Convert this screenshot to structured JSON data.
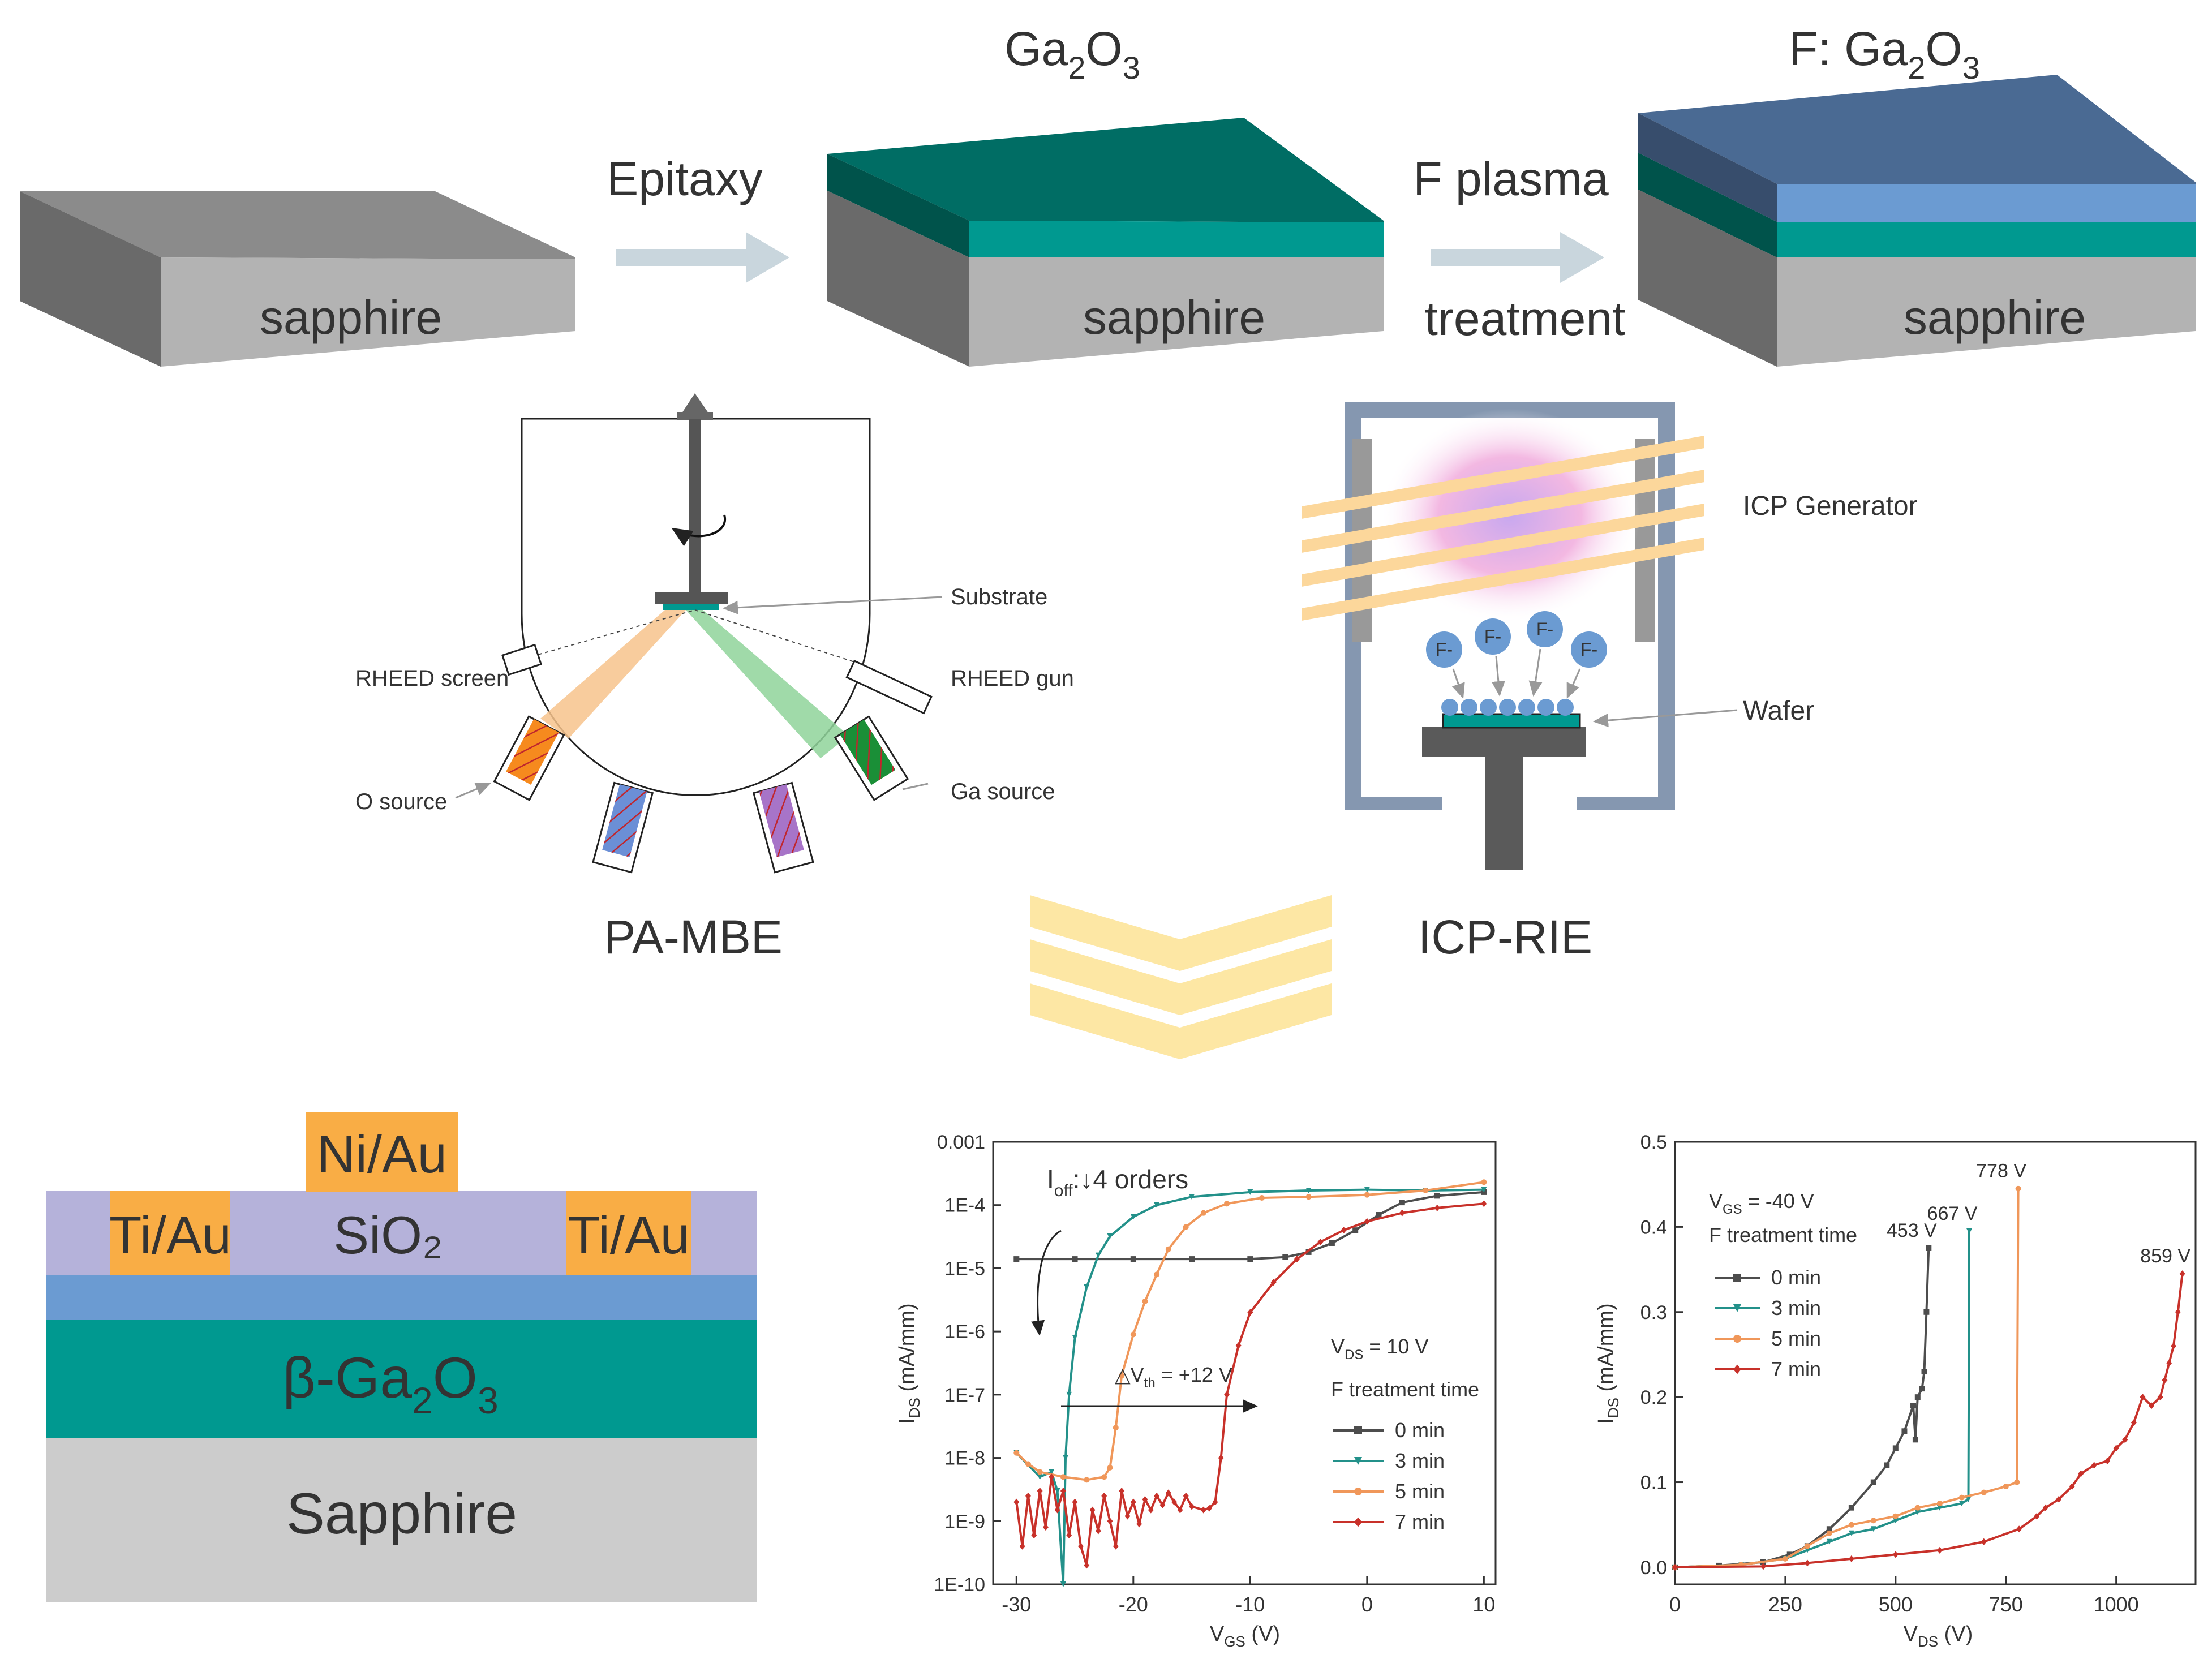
{
  "top": {
    "substrate_label": "sapphire",
    "step1_arrow": "Epitaxy",
    "step2_arrow_line1": "F plasma",
    "step2_arrow_line2": "treatment",
    "ga2o3_title": "Ga2O3",
    "f_ga2o3_title": "F: Ga2O3"
  },
  "mbe": {
    "title": "PA-MBE",
    "substrate": "Substrate",
    "rheed_screen": "RHEED screen",
    "rheed_gun": "RHEED gun",
    "o_source": "O source",
    "ga_source": "Ga source"
  },
  "icp": {
    "title": "ICP-RIE",
    "generator": "ICP Generator",
    "wafer": "Wafer",
    "ion": "F-"
  },
  "device": {
    "gate": "Ni/Au",
    "source": "Ti/Au",
    "drain": "Ti/Au",
    "dielectric": "SiO₂",
    "channel": "β-Ga2O3",
    "substrate": "Sapphire"
  },
  "colors": {
    "sapphire": "#b3b3b3",
    "ga2o3": "#009990",
    "f_layer": "#6b9bd2",
    "f_top": "#4a6a93",
    "metal": "#f9ad45",
    "sio2": "#b5b2da",
    "curve_0min": "#4d4d4d",
    "curve_3min": "#23918a",
    "curve_5min": "#f0975a",
    "curve_7min": "#c8312a"
  },
  "chart_data": [
    {
      "type": "line",
      "xlabel": "VGS (V)",
      "ylabel": "IDS (mA/mm)",
      "yscale": "log",
      "xlim": [
        -32,
        11
      ],
      "ylim": [
        1e-10,
        0.001
      ],
      "x_ticks": [
        "-30",
        "-20",
        "-10",
        "0",
        "10"
      ],
      "y_ticks": [
        "1E-10",
        "1E-9",
        "1E-8",
        "1E-7",
        "1E-6",
        "1E-5",
        "1E-4",
        "0.001"
      ],
      "annotation_ioff": "Ioff:↓4 orders",
      "annotation_vth": "△Vth = +12 V",
      "vds_label": "VDS = 10 V",
      "legend_title": "F treatment time",
      "series": [
        {
          "name": "0 min",
          "points": [
            [
              -30,
              1.4e-05
            ],
            [
              -25,
              1.4e-05
            ],
            [
              -20,
              1.4e-05
            ],
            [
              -15,
              1.4e-05
            ],
            [
              -10,
              1.4e-05
            ],
            [
              -7,
              1.5e-05
            ],
            [
              -5,
              1.8e-05
            ],
            [
              -3,
              2.5e-05
            ],
            [
              -1,
              4e-05
            ],
            [
              1,
              7e-05
            ],
            [
              3,
              0.00011
            ],
            [
              6,
              0.00014
            ],
            [
              10,
              0.00016
            ]
          ]
        },
        {
          "name": "3 min",
          "points": [
            [
              -30,
              1.2e-08
            ],
            [
              -28,
              5e-09
            ],
            [
              -27,
              6e-09
            ],
            [
              -26.5,
              3e-09
            ],
            [
              -26,
              1e-10
            ],
            [
              -25.8,
              1e-08
            ],
            [
              -25.5,
              1e-07
            ],
            [
              -25,
              8e-07
            ],
            [
              -24,
              5e-06
            ],
            [
              -23,
              1.6e-05
            ],
            [
              -22,
              3.2e-05
            ],
            [
              -20,
              6.5e-05
            ],
            [
              -18,
              0.0001
            ],
            [
              -15,
              0.000135
            ],
            [
              -10,
              0.00016
            ],
            [
              -5,
              0.00017
            ],
            [
              0,
              0.000175
            ],
            [
              5,
              0.00017
            ],
            [
              10,
              0.000175
            ]
          ]
        },
        {
          "name": "5 min",
          "points": [
            [
              -30,
              1.2e-08
            ],
            [
              -29,
              8e-09
            ],
            [
              -28,
              6e-09
            ],
            [
              -26,
              5e-09
            ],
            [
              -24,
              4.5e-09
            ],
            [
              -22.5,
              5e-09
            ],
            [
              -22,
              7e-09
            ],
            [
              -21.5,
              3e-08
            ],
            [
              -21,
              2e-07
            ],
            [
              -20,
              9e-07
            ],
            [
              -19,
              3e-06
            ],
            [
              -18,
              8e-06
            ],
            [
              -17,
              2e-05
            ],
            [
              -15.5,
              4.5e-05
            ],
            [
              -14,
              7.5e-05
            ],
            [
              -12,
              0.000105
            ],
            [
              -9,
              0.00013
            ],
            [
              -5,
              0.000135
            ],
            [
              0,
              0.000145
            ],
            [
              5,
              0.00017
            ],
            [
              10,
              0.00023
            ]
          ]
        },
        {
          "name": "7 min",
          "points": [
            [
              -30,
              2e-09
            ],
            [
              -29.5,
              4e-10
            ],
            [
              -29,
              2.5e-09
            ],
            [
              -28.5,
              6e-10
            ],
            [
              -28,
              3e-09
            ],
            [
              -27.5,
              8e-10
            ],
            [
              -27,
              5e-09
            ],
            [
              -26.5,
              1.5e-09
            ],
            [
              -26,
              3e-09
            ],
            [
              -25.5,
              6e-10
            ],
            [
              -25,
              2e-09
            ],
            [
              -24.5,
              4e-10
            ],
            [
              -24,
              2e-10
            ],
            [
              -23.5,
              1.5e-09
            ],
            [
              -23,
              7e-10
            ],
            [
              -22.5,
              2.5e-09
            ],
            [
              -22,
              1e-09
            ],
            [
              -21.5,
              4e-10
            ],
            [
              -21,
              3e-09
            ],
            [
              -20.5,
              1.2e-09
            ],
            [
              -20,
              2e-09
            ],
            [
              -19.5,
              9e-10
            ],
            [
              -19,
              2.2e-09
            ],
            [
              -18.5,
              1.5e-09
            ],
            [
              -18,
              2.5e-09
            ],
            [
              -17.5,
              1.8e-09
            ],
            [
              -17,
              2.8e-09
            ],
            [
              -16.5,
              2e-09
            ],
            [
              -16,
              1.5e-09
            ],
            [
              -15.5,
              2.5e-09
            ],
            [
              -15,
              1.7e-09
            ],
            [
              -14,
              1.5e-09
            ],
            [
              -13.5,
              1.6e-09
            ],
            [
              -13,
              2e-09
            ],
            [
              -12.5,
              1e-08
            ],
            [
              -12,
              1e-07
            ],
            [
              -11,
              6e-07
            ],
            [
              -10,
              2e-06
            ],
            [
              -8,
              6e-06
            ],
            [
              -6,
              1.4e-05
            ],
            [
              -4,
              2.6e-05
            ],
            [
              -2,
              4e-05
            ],
            [
              0,
              5.5e-05
            ],
            [
              3,
              7.5e-05
            ],
            [
              6,
              9e-05
            ],
            [
              10,
              0.000105
            ]
          ]
        }
      ]
    },
    {
      "type": "line",
      "xlabel": "VDS (V)",
      "ylabel": "IDS (mA/mm)",
      "xlim": [
        0,
        1180
      ],
      "ylim": [
        -0.02,
        0.5
      ],
      "x_ticks": [
        "0",
        "250",
        "500",
        "750",
        "1000"
      ],
      "y_ticks": [
        "0.0",
        "0.1",
        "0.2",
        "0.3",
        "0.4",
        "0.5"
      ],
      "vgs_label": "VGS = -40 V",
      "legend_title": "F treatment time",
      "breakdown_labels": [
        {
          "series": "0 min",
          "text": "453 V",
          "x": 575,
          "y": 0.375
        },
        {
          "series": "3 min",
          "text": "667 V",
          "x": 667,
          "y": 0.395
        },
        {
          "series": "5 min",
          "text": "778 V",
          "x": 778,
          "y": 0.445
        },
        {
          "series": "7 min",
          "text": "859 V",
          "x": 1150,
          "y": 0.345
        }
      ],
      "series": [
        {
          "name": "0 min",
          "points": [
            [
              0,
              0
            ],
            [
              100,
              0.002
            ],
            [
              200,
              0.006
            ],
            [
              260,
              0.015
            ],
            [
              300,
              0.025
            ],
            [
              350,
              0.045
            ],
            [
              400,
              0.07
            ],
            [
              450,
              0.1
            ],
            [
              480,
              0.12
            ],
            [
              500,
              0.14
            ],
            [
              520,
              0.16
            ],
            [
              540,
              0.19
            ],
            [
              545,
              0.15
            ],
            [
              550,
              0.2
            ],
            [
              560,
              0.21
            ],
            [
              565,
              0.23
            ],
            [
              570,
              0.3
            ],
            [
              575,
              0.375
            ]
          ]
        },
        {
          "name": "3 min",
          "points": [
            [
              0,
              0
            ],
            [
              150,
              0.003
            ],
            [
              250,
              0.01
            ],
            [
              300,
              0.02
            ],
            [
              350,
              0.03
            ],
            [
              400,
              0.04
            ],
            [
              450,
              0.045
            ],
            [
              500,
              0.055
            ],
            [
              550,
              0.065
            ],
            [
              600,
              0.07
            ],
            [
              650,
              0.075
            ],
            [
              665,
              0.08
            ],
            [
              667,
              0.395
            ]
          ]
        },
        {
          "name": "5 min",
          "points": [
            [
              0,
              0
            ],
            [
              150,
              0.003
            ],
            [
              250,
              0.01
            ],
            [
              300,
              0.025
            ],
            [
              350,
              0.04
            ],
            [
              400,
              0.05
            ],
            [
              450,
              0.055
            ],
            [
              500,
              0.06
            ],
            [
              550,
              0.07
            ],
            [
              600,
              0.075
            ],
            [
              650,
              0.082
            ],
            [
              700,
              0.088
            ],
            [
              750,
              0.095
            ],
            [
              775,
              0.1
            ],
            [
              778,
              0.445
            ]
          ]
        },
        {
          "name": "7 min",
          "points": [
            [
              0,
              0
            ],
            [
              200,
              0.001
            ],
            [
              300,
              0.005
            ],
            [
              400,
              0.01
            ],
            [
              500,
              0.015
            ],
            [
              600,
              0.02
            ],
            [
              700,
              0.03
            ],
            [
              780,
              0.045
            ],
            [
              820,
              0.06
            ],
            [
              840,
              0.07
            ],
            [
              870,
              0.08
            ],
            [
              900,
              0.095
            ],
            [
              920,
              0.11
            ],
            [
              950,
              0.12
            ],
            [
              980,
              0.125
            ],
            [
              1000,
              0.14
            ],
            [
              1020,
              0.15
            ],
            [
              1040,
              0.17
            ],
            [
              1060,
              0.2
            ],
            [
              1080,
              0.19
            ],
            [
              1100,
              0.2
            ],
            [
              1110,
              0.22
            ],
            [
              1120,
              0.24
            ],
            [
              1130,
              0.26
            ],
            [
              1140,
              0.3
            ],
            [
              1150,
              0.345
            ]
          ]
        }
      ]
    }
  ]
}
